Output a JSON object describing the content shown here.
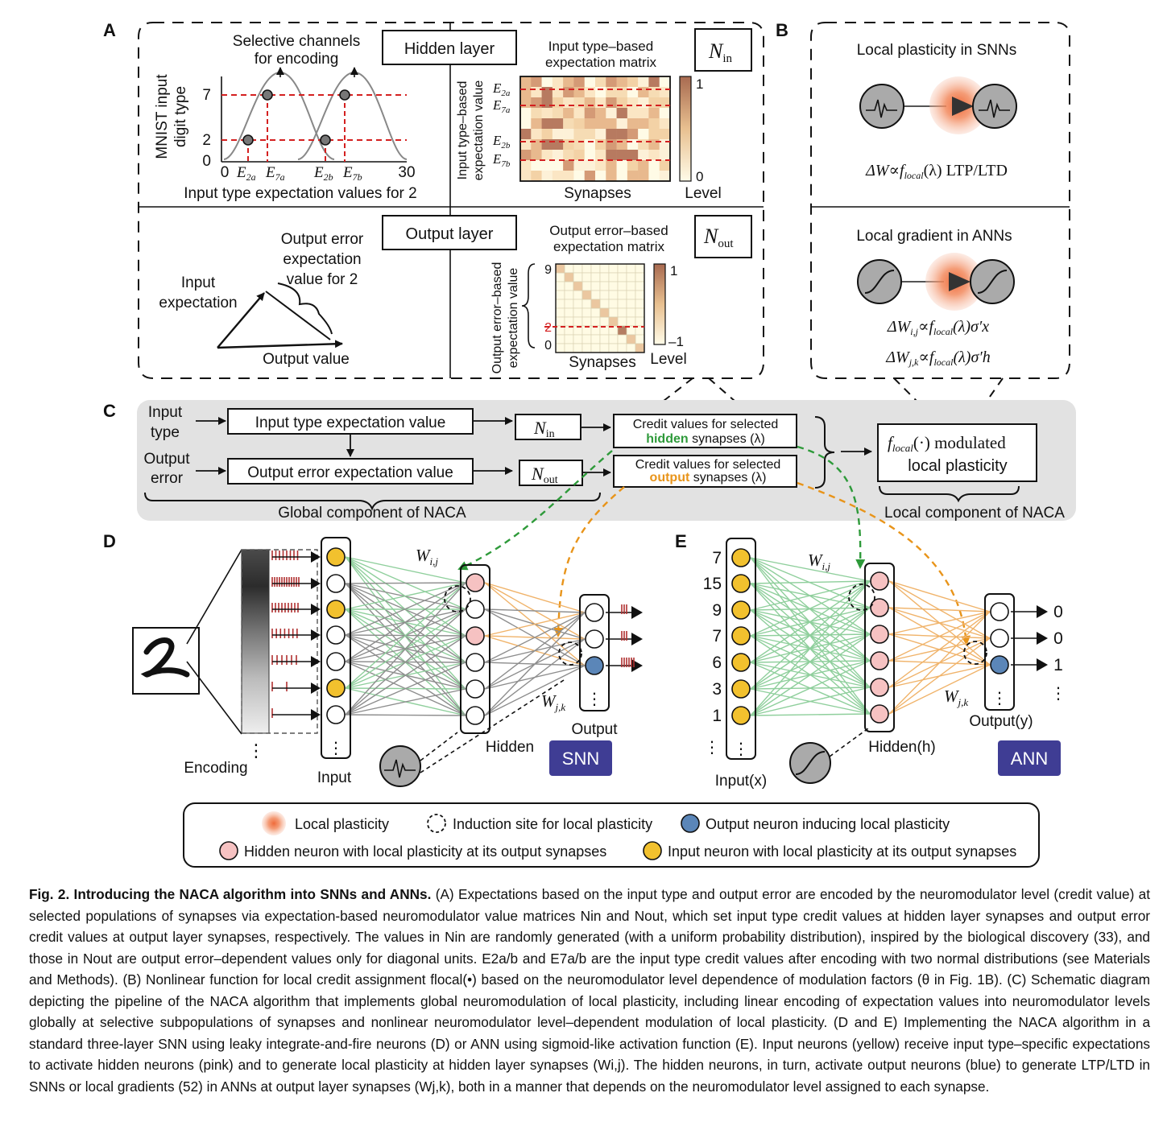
{
  "panel_labels": {
    "a": "A",
    "b": "B",
    "c": "C",
    "d": "D",
    "e": "E"
  },
  "panel_a": {
    "hidden_layer": "Hidden layer",
    "output_layer": "Output layer",
    "n_in": "N",
    "n_in_sub": "in",
    "n_out": "N",
    "n_out_sub": "out",
    "gauss_title_1": "Selective channels",
    "gauss_title_2": "for encoding",
    "gauss_ylabel_1": "MNIST input",
    "gauss_ylabel_2": "digit type",
    "gauss_xlabel": "Input type expectation values for 2",
    "gauss_yticks": [
      "7",
      "2",
      "0"
    ],
    "gauss_xticks": [
      "0",
      "30"
    ],
    "gauss_e_labels": [
      {
        "base": "E",
        "sub": "2a"
      },
      {
        "base": "E",
        "sub": "7a"
      },
      {
        "base": "E",
        "sub": "2b"
      },
      {
        "base": "E",
        "sub": "7b"
      }
    ],
    "matrix_in_title_1": "Input type–based",
    "matrix_in_title_2": "expectation matrix",
    "matrix_in_ylabel_1": "Input type–based",
    "matrix_in_ylabel_2": "expectation value",
    "matrix_in_rows": [
      {
        "base": "E",
        "sub": "2a"
      },
      {
        "base": "E",
        "sub": "7a"
      },
      {
        "base": "E",
        "sub": "2b"
      },
      {
        "base": "E",
        "sub": "7b"
      }
    ],
    "matrix_xlabel": "Synapses",
    "level_label": "Level",
    "cbar_in_ticks": [
      "1",
      "0"
    ],
    "err_title_1": "Output error",
    "err_title_2": "expectation",
    "err_title_3": "value for 2",
    "err_input_1": "Input",
    "err_input_2": "expectation",
    "err_output": "Output value",
    "matrix_out_title_1": "Output error–based",
    "matrix_out_title_2": "expectation matrix",
    "matrix_out_ylabel_1": "Output error–based",
    "matrix_out_ylabel_2": "expectation value",
    "matrix_out_yticks": [
      "9",
      "2",
      "0"
    ],
    "cbar_out_ticks": [
      "1",
      "–1"
    ]
  },
  "panel_b": {
    "snn_title": "Local plasticity in SNNs",
    "snn_formula": "ΔW∝f",
    "snn_formula_sub": "local",
    "snn_formula_rest": "(λ) LTP/LTD",
    "ann_title": "Local gradient in ANNs",
    "ann_formula_1": "ΔW",
    "ann_formula_1_sub": "i,j",
    "ann_formula_1_mid": "∝f",
    "ann_formula_1_sub2": "local",
    "ann_formula_1_rest": "(λ)σ′x",
    "ann_formula_2": "ΔW",
    "ann_formula_2_sub": "j,k",
    "ann_formula_2_mid": "∝f",
    "ann_formula_2_sub2": "local",
    "ann_formula_2_rest": "(λ)σ′h"
  },
  "panel_c": {
    "input_type_1": "Input",
    "input_type_2": "type",
    "output_error_1": "Output",
    "output_error_2": "error",
    "box_input": "Input type expectation value",
    "box_output": "Output error expectation value",
    "credit_hidden_1": "Credit values for selected",
    "credit_hidden_word": "hidden",
    "credit_hidden_2": "synapses (λ)",
    "credit_output_1": "Credit values for selected",
    "credit_output_word": "output",
    "credit_output_2": "synapses (λ)",
    "flocal_1": "f",
    "flocal_sub": "local",
    "flocal_rest": "(·) modulated",
    "flocal_2": "local plasticity",
    "global": "Global component of NACA",
    "local": "Local component of NACA",
    "hidden_color": "#2e9a3a",
    "output_color": "#e8941a"
  },
  "panel_d": {
    "encoding": "Encoding",
    "input": "Input",
    "hidden": "Hidden",
    "output": "Output",
    "badge": "SNN",
    "w_ij": "W",
    "w_ij_sub": "i,j",
    "w_jk": "W",
    "w_jk_sub": "j,k",
    "dots": "⋮"
  },
  "panel_e": {
    "input_values": [
      "7",
      "15",
      "9",
      "7",
      "6",
      "3",
      "1"
    ],
    "input": "Input(x)",
    "hidden": "Hidden(h)",
    "output": "Output(y)",
    "outputs": [
      "0",
      "0",
      "1"
    ],
    "badge": "ANN",
    "w_ij": "W",
    "w_ij_sub": "i,j",
    "w_jk": "W",
    "w_jk_sub": "j,k",
    "dots": "⋮"
  },
  "legend": {
    "local_plasticity": "Local plasticity",
    "induction_site": "Induction site for local plasticity",
    "output_neuron": "Output neuron inducing local plasticity",
    "hidden_neuron": "Hidden neuron with local plasticity at its output synapses",
    "input_neuron": "Input neuron with local plasticity at its output synapses"
  },
  "colors": {
    "yellow": "#f2c12e",
    "pink": "#f6c2c2",
    "blue": "#5b86b8",
    "badge": "#3f3d94",
    "gray_panel": "#e2e2e2",
    "red_dash": "#d42020",
    "orange_glow": "#f08a5d"
  },
  "caption": {
    "title": "Fig. 2. Introducing the NACA algorithm into SNNs and ANNs.",
    "body": "(A) Expectations based on the input type and output error are encoded by the neuromodulator level (credit value) at selected populations of synapses via expectation-based neuromodulator value matrices Nin and Nout, which set input type credit values at hidden layer synapses and output error credit values at output layer synapses, respectively. The values in Nin are randomly generated (with a uniform probability distribution), inspired by the biological discovery (33), and those in Nout are output error–dependent values only for diagonal units. E2a/b and E7a/b are the input type credit values after encoding with two normal distributions (see Materials and Methods). (B) Nonlinear function for local credit assignment flocal(•) based on the neuromodulator level dependence of modulation factors (θ in Fig. 1B). (C) Schematic diagram depicting the pipeline of the NACA algorithm that implements global neuromodulation of local plasticity, including linear encoding of expectation values into neuromodulator levels globally at selective subpopulations of synapses and nonlinear neuromodulator level–dependent modulation of local plasticity. (D and E) Implementing the NACA algorithm in a standard three-layer SNN using leaky integrate-and-fire neurons (D) or ANN using sigmoid-like activation function (E). Input neurons (yellow) receive input type–specific expectations to activate hidden neurons (pink) and to generate local plasticity at hidden layer synapses (Wi,j). The hidden neurons, in turn, activate output neurons (blue) to generate LTP/LTD in SNNs or local gradients (52) in ANNs at output layer synapses (Wj,k), both in a manner that depends on the neuromodulator level assigned to each synapse."
  }
}
